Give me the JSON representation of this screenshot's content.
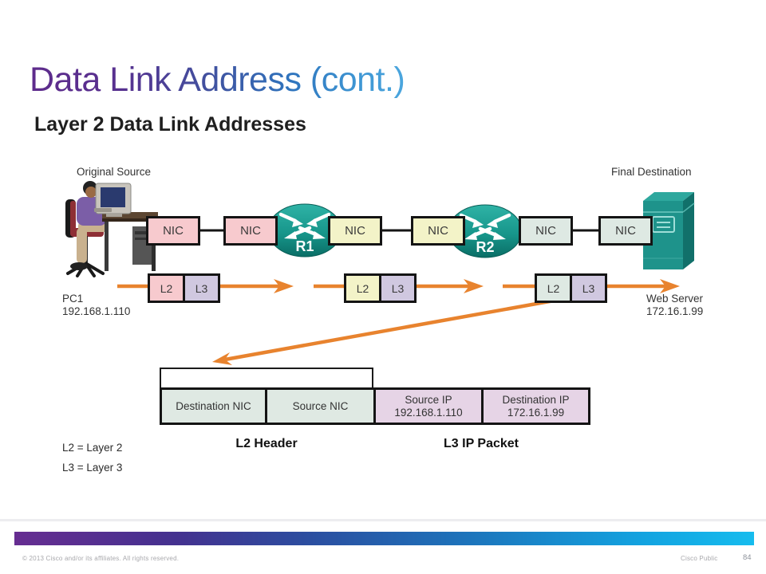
{
  "slide": {
    "title": "Data Link Address (cont.)",
    "subtitle": "Layer 2 Data Link Addresses"
  },
  "diagram": {
    "source_label": "Original Source",
    "destination_label": "Final Destination",
    "nics": [
      {
        "label": "NIC"
      },
      {
        "label": "NIC"
      },
      {
        "label": "NIC"
      },
      {
        "label": "NIC"
      },
      {
        "label": "NIC"
      },
      {
        "label": "NIC"
      }
    ],
    "routers": [
      {
        "label": "R1"
      },
      {
        "label": "R2"
      }
    ],
    "hops": [
      {
        "l2": "L2",
        "l3": "L3"
      },
      {
        "l2": "L2",
        "l3": "L3"
      },
      {
        "l2": "L2",
        "l3": "L3"
      }
    ],
    "pc": {
      "name": "PC1",
      "ip": "192.168.1.110"
    },
    "server": {
      "name": "Web Server",
      "ip": "172.16.1.99"
    }
  },
  "packet": {
    "fields": [
      {
        "label": "Destination NIC",
        "value": ""
      },
      {
        "label": "Source NIC",
        "value": ""
      },
      {
        "label": "Source IP",
        "value": "192.168.1.110"
      },
      {
        "label": "Destination IP",
        "value": "172.16.1.99"
      }
    ],
    "l2_header_label": "L2 Header",
    "l3_packet_label": "L3 IP Packet"
  },
  "legend": {
    "l2": "L2 = Layer 2",
    "l3": "L3 = Layer 3"
  },
  "footer": {
    "copyright": "© 2013 Cisco and/or its affiliates. All rights reserved.",
    "classification": "Cisco Public",
    "page_number": "84"
  },
  "colors": {
    "accent_orange": "#E8832E",
    "router_teal": "#17968B",
    "server_teal": "#1E938B",
    "nic_pink": "#F7CACE",
    "nic_yellow": "#F3F3C8",
    "nic_gray": "#DEE9E3",
    "l3_lavender": "#D0C8E0",
    "ip_lavender": "#E6D4E6",
    "title_purple": "#5E2C8C",
    "title_blue": "#3F97D4",
    "bar_gradient_start": "#662D91",
    "bar_gradient_end": "#00AEEF"
  }
}
